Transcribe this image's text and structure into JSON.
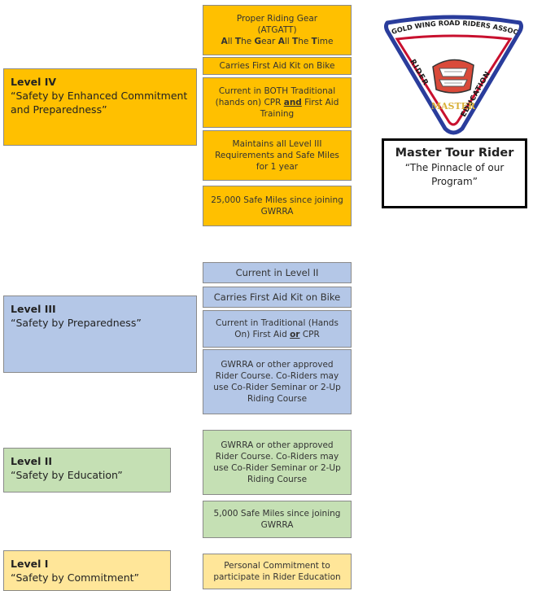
{
  "levels": {
    "l4": {
      "title": "Level IV",
      "subtitle": "“Safety by Enhanced Commitment and Preparedness”"
    },
    "l3": {
      "title": "Level III",
      "subtitle": "“Safety by Preparedness”"
    },
    "l2": {
      "title": "Level II",
      "subtitle": "“Safety by Education”"
    },
    "l1": {
      "title": "Level I",
      "subtitle": "“Safety by Commitment”"
    }
  },
  "requirements": {
    "l4": {
      "gear_1": "Proper Riding Gear",
      "gear_2": "(ATGATT)",
      "gear_3_a": "A",
      "gear_3_b": "ll ",
      "gear_3_c": "T",
      "gear_3_d": "he ",
      "gear_3_e": "G",
      "gear_3_f": "ear ",
      "gear_3_g": "A",
      "gear_3_h": "ll ",
      "gear_3_i": "T",
      "gear_3_j": "he ",
      "gear_3_k": "T",
      "gear_3_l": "ime",
      "first_aid_kit": "Carries First Aid Kit on Bike",
      "cpr_1": "Current in BOTH Traditional (hands on) CPR ",
      "cpr_and": "and",
      "cpr_2": " First Aid Training",
      "maintains": "Maintains all Level III Requirements and Safe Miles for 1 year",
      "miles": "25,000 Safe Miles since joining GWRRA"
    },
    "l3": {
      "current": "Current in Level II",
      "first_aid_kit": "Carries First Aid Kit on Bike",
      "fa_1": "Current in Traditional (Hands On) First Aid ",
      "fa_or": "or",
      "fa_2": " CPR",
      "course": "GWRRA or other approved Rider Course.  Co-Riders may use Co-Rider Seminar or 2-Up Riding Course"
    },
    "l2": {
      "course": "GWRRA or other approved Rider Course.  Co-Riders may use Co-Rider Seminar or 2-Up Riding Course",
      "miles": "5,000 Safe Miles since joining GWRRA"
    },
    "l1": {
      "commitment": "Personal Commitment to participate in Rider Education"
    }
  },
  "badge": {
    "org": "GOLD WING ROAD RIDERS ASSOCIATION",
    "left": "RIDER",
    "right": "EDUCATION",
    "bottom": "MASTER"
  },
  "master": {
    "title": "Master Tour Rider",
    "subtitle": "“The Pinnacle of our Program”"
  },
  "colors": {
    "level4": "#ffc000",
    "level3": "#b4c7e7",
    "level2": "#c5e0b4",
    "level1": "#ffe699",
    "badge_blue": "#2a3d9c",
    "badge_red": "#c8102e"
  }
}
